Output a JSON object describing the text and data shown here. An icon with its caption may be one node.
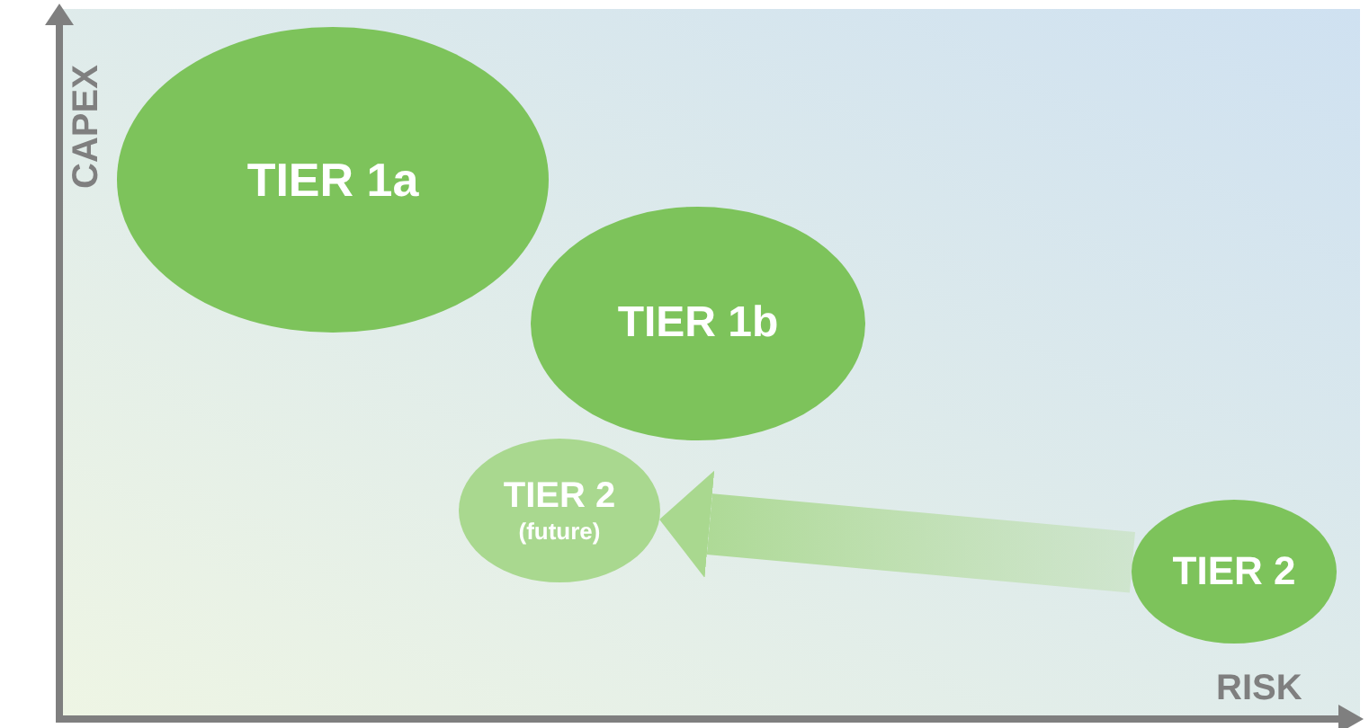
{
  "diagram": {
    "nodes": [
      {
        "text": [
          "TIER 1a"
        ]
      },
      {
        "text": [
          "TIER 1b"
        ]
      },
      {
        "text": [
          "TIER 2",
          "(future)"
        ]
      },
      {
        "text": [
          "TIER 2"
        ]
      }
    ],
    "edges": [
      {
        "from": 3,
        "to": 2,
        "arrow": "to"
      }
    ],
    "labels": [
      "CAPEX",
      "RISK"
    ]
  }
}
